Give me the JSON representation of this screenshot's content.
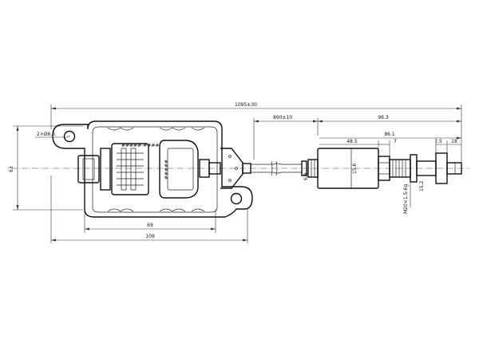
{
  "dimensions": {
    "overall_length": "1095±30",
    "cable_length": "890±10",
    "probe_length": "96.3",
    "probe_sub_length": "86.1",
    "probe_body_length": "48.5",
    "hex_length": "7",
    "tip_length_a": "7.5",
    "tip_length_b": "18",
    "height": "63",
    "hole_spec": "2×Ø6.6",
    "connector_width": "69",
    "module_width": "109",
    "cable_height": "6.8",
    "probe_diameter": "15.6",
    "tip_diameter": "15.2",
    "thread_spec": "M20×1.5-6g"
  },
  "connector": {
    "part_label_top": "#####-####",
    "part_label_side": "#####"
  }
}
